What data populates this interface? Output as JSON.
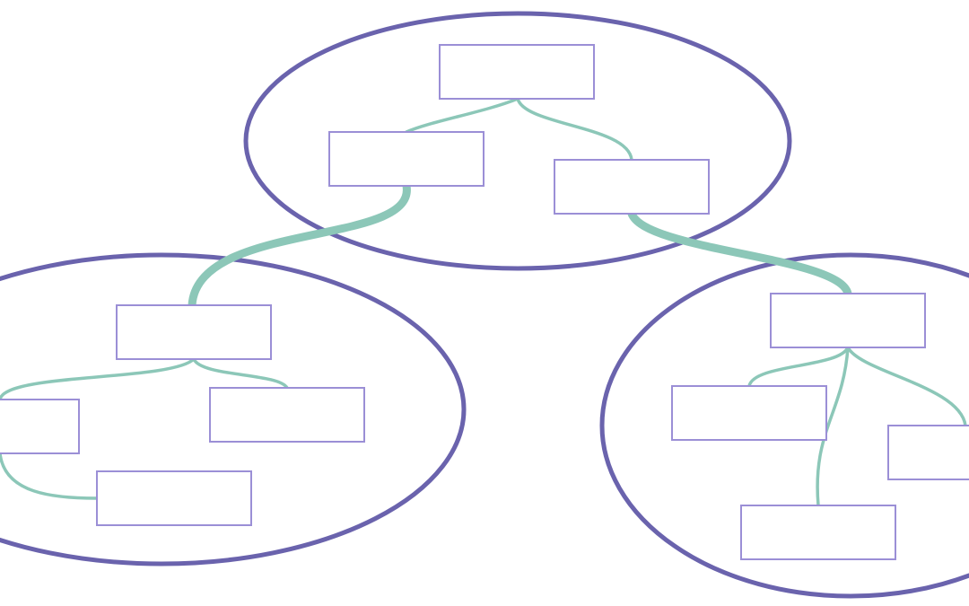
{
  "diagram": {
    "type": "nested-tree-clusters",
    "colors": {
      "background": "#ffffff",
      "cluster_stroke": "#6a63ad",
      "node_stroke": "#9b8fd6",
      "node_fill": "#ffffff",
      "connector": "#8cc7b8"
    },
    "clusters": [
      {
        "id": "top",
        "node_ids": [
          "t-root",
          "t-left",
          "t-right"
        ]
      },
      {
        "id": "left",
        "node_ids": [
          "l-root",
          "l-a",
          "l-b",
          "l-c"
        ]
      },
      {
        "id": "right",
        "node_ids": [
          "r-root",
          "r-a",
          "r-b",
          "r-c"
        ]
      }
    ],
    "nodes": [
      {
        "id": "t-root",
        "label": ""
      },
      {
        "id": "t-left",
        "label": ""
      },
      {
        "id": "t-right",
        "label": ""
      },
      {
        "id": "l-root",
        "label": ""
      },
      {
        "id": "l-a",
        "label": ""
      },
      {
        "id": "l-b",
        "label": ""
      },
      {
        "id": "l-c",
        "label": ""
      },
      {
        "id": "r-root",
        "label": ""
      },
      {
        "id": "r-a",
        "label": ""
      },
      {
        "id": "r-b",
        "label": ""
      },
      {
        "id": "r-c",
        "label": ""
      }
    ],
    "edges": [
      {
        "id": "e1",
        "from": "t-root",
        "to": "t-left",
        "weight": "thin"
      },
      {
        "id": "e2",
        "from": "t-root",
        "to": "t-right",
        "weight": "thin"
      },
      {
        "id": "e3",
        "from": "t-left",
        "to": "l-root",
        "weight": "thick"
      },
      {
        "id": "e4",
        "from": "t-right",
        "to": "r-root",
        "weight": "thick"
      },
      {
        "id": "e5",
        "from": "l-root",
        "to": "l-a",
        "weight": "thin"
      },
      {
        "id": "e6",
        "from": "l-root",
        "to": "l-b",
        "weight": "thin"
      },
      {
        "id": "e7",
        "from": "l-a",
        "to": "l-c",
        "weight": "thin"
      },
      {
        "id": "e8",
        "from": "r-root",
        "to": "r-a",
        "weight": "thin"
      },
      {
        "id": "e9",
        "from": "r-root",
        "to": "r-b",
        "weight": "thin"
      },
      {
        "id": "e10",
        "from": "r-root",
        "to": "r-c",
        "weight": "thin"
      }
    ]
  }
}
